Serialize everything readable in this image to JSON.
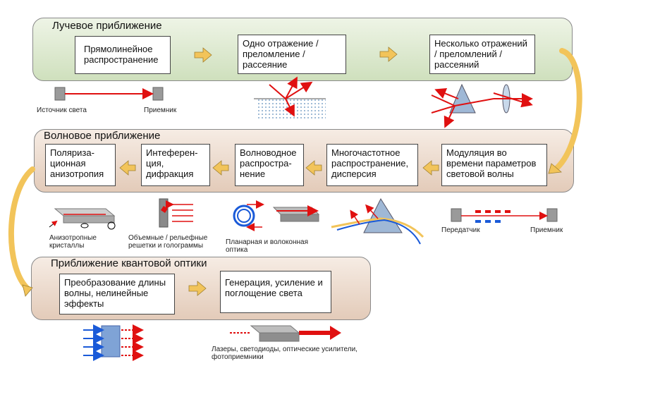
{
  "panels": {
    "ray": {
      "title": "Лучевое приближение",
      "boxes": [
        "Прямолинейное распространение",
        "Одно отражение / преломление / рассеяние",
        "Несколько отражений / преломлений / рассеяний"
      ]
    },
    "wave": {
      "title": "Волновое приближение",
      "boxes": [
        "Поляриза-ционная анизотропия",
        "Интеферен-ция, дифракция",
        "Волноводное распростра-нение",
        "Многочастотное распространение, дисперсия",
        "Модуляция во времени параметров световой волны"
      ]
    },
    "quantum": {
      "title": "Приближение квантовой оптики",
      "boxes": [
        "Преобразование длины волны, нелинейные эффекты",
        "Генерация, усиление и поглощение света"
      ]
    }
  },
  "captions": {
    "source": "Источник света",
    "receiver": "Приемник",
    "anisotropic": "Анизотропные кристаллы",
    "gratings": "Объемные / рельефные решетки и голограммы",
    "waveguide": "Планарная и волоконная оптика",
    "transmitter": "Передатчик",
    "receiver2": "Приемник",
    "lasers": "Лазеры, светодиоды, оптические усилители, фотоприемники"
  },
  "colors": {
    "ray_panel": "#cfe0bd",
    "wave_panel": "#e3cbb9",
    "arrow": "#f2c45a",
    "beam": "#e01010",
    "blue_beam": "#1a5ad8"
  }
}
